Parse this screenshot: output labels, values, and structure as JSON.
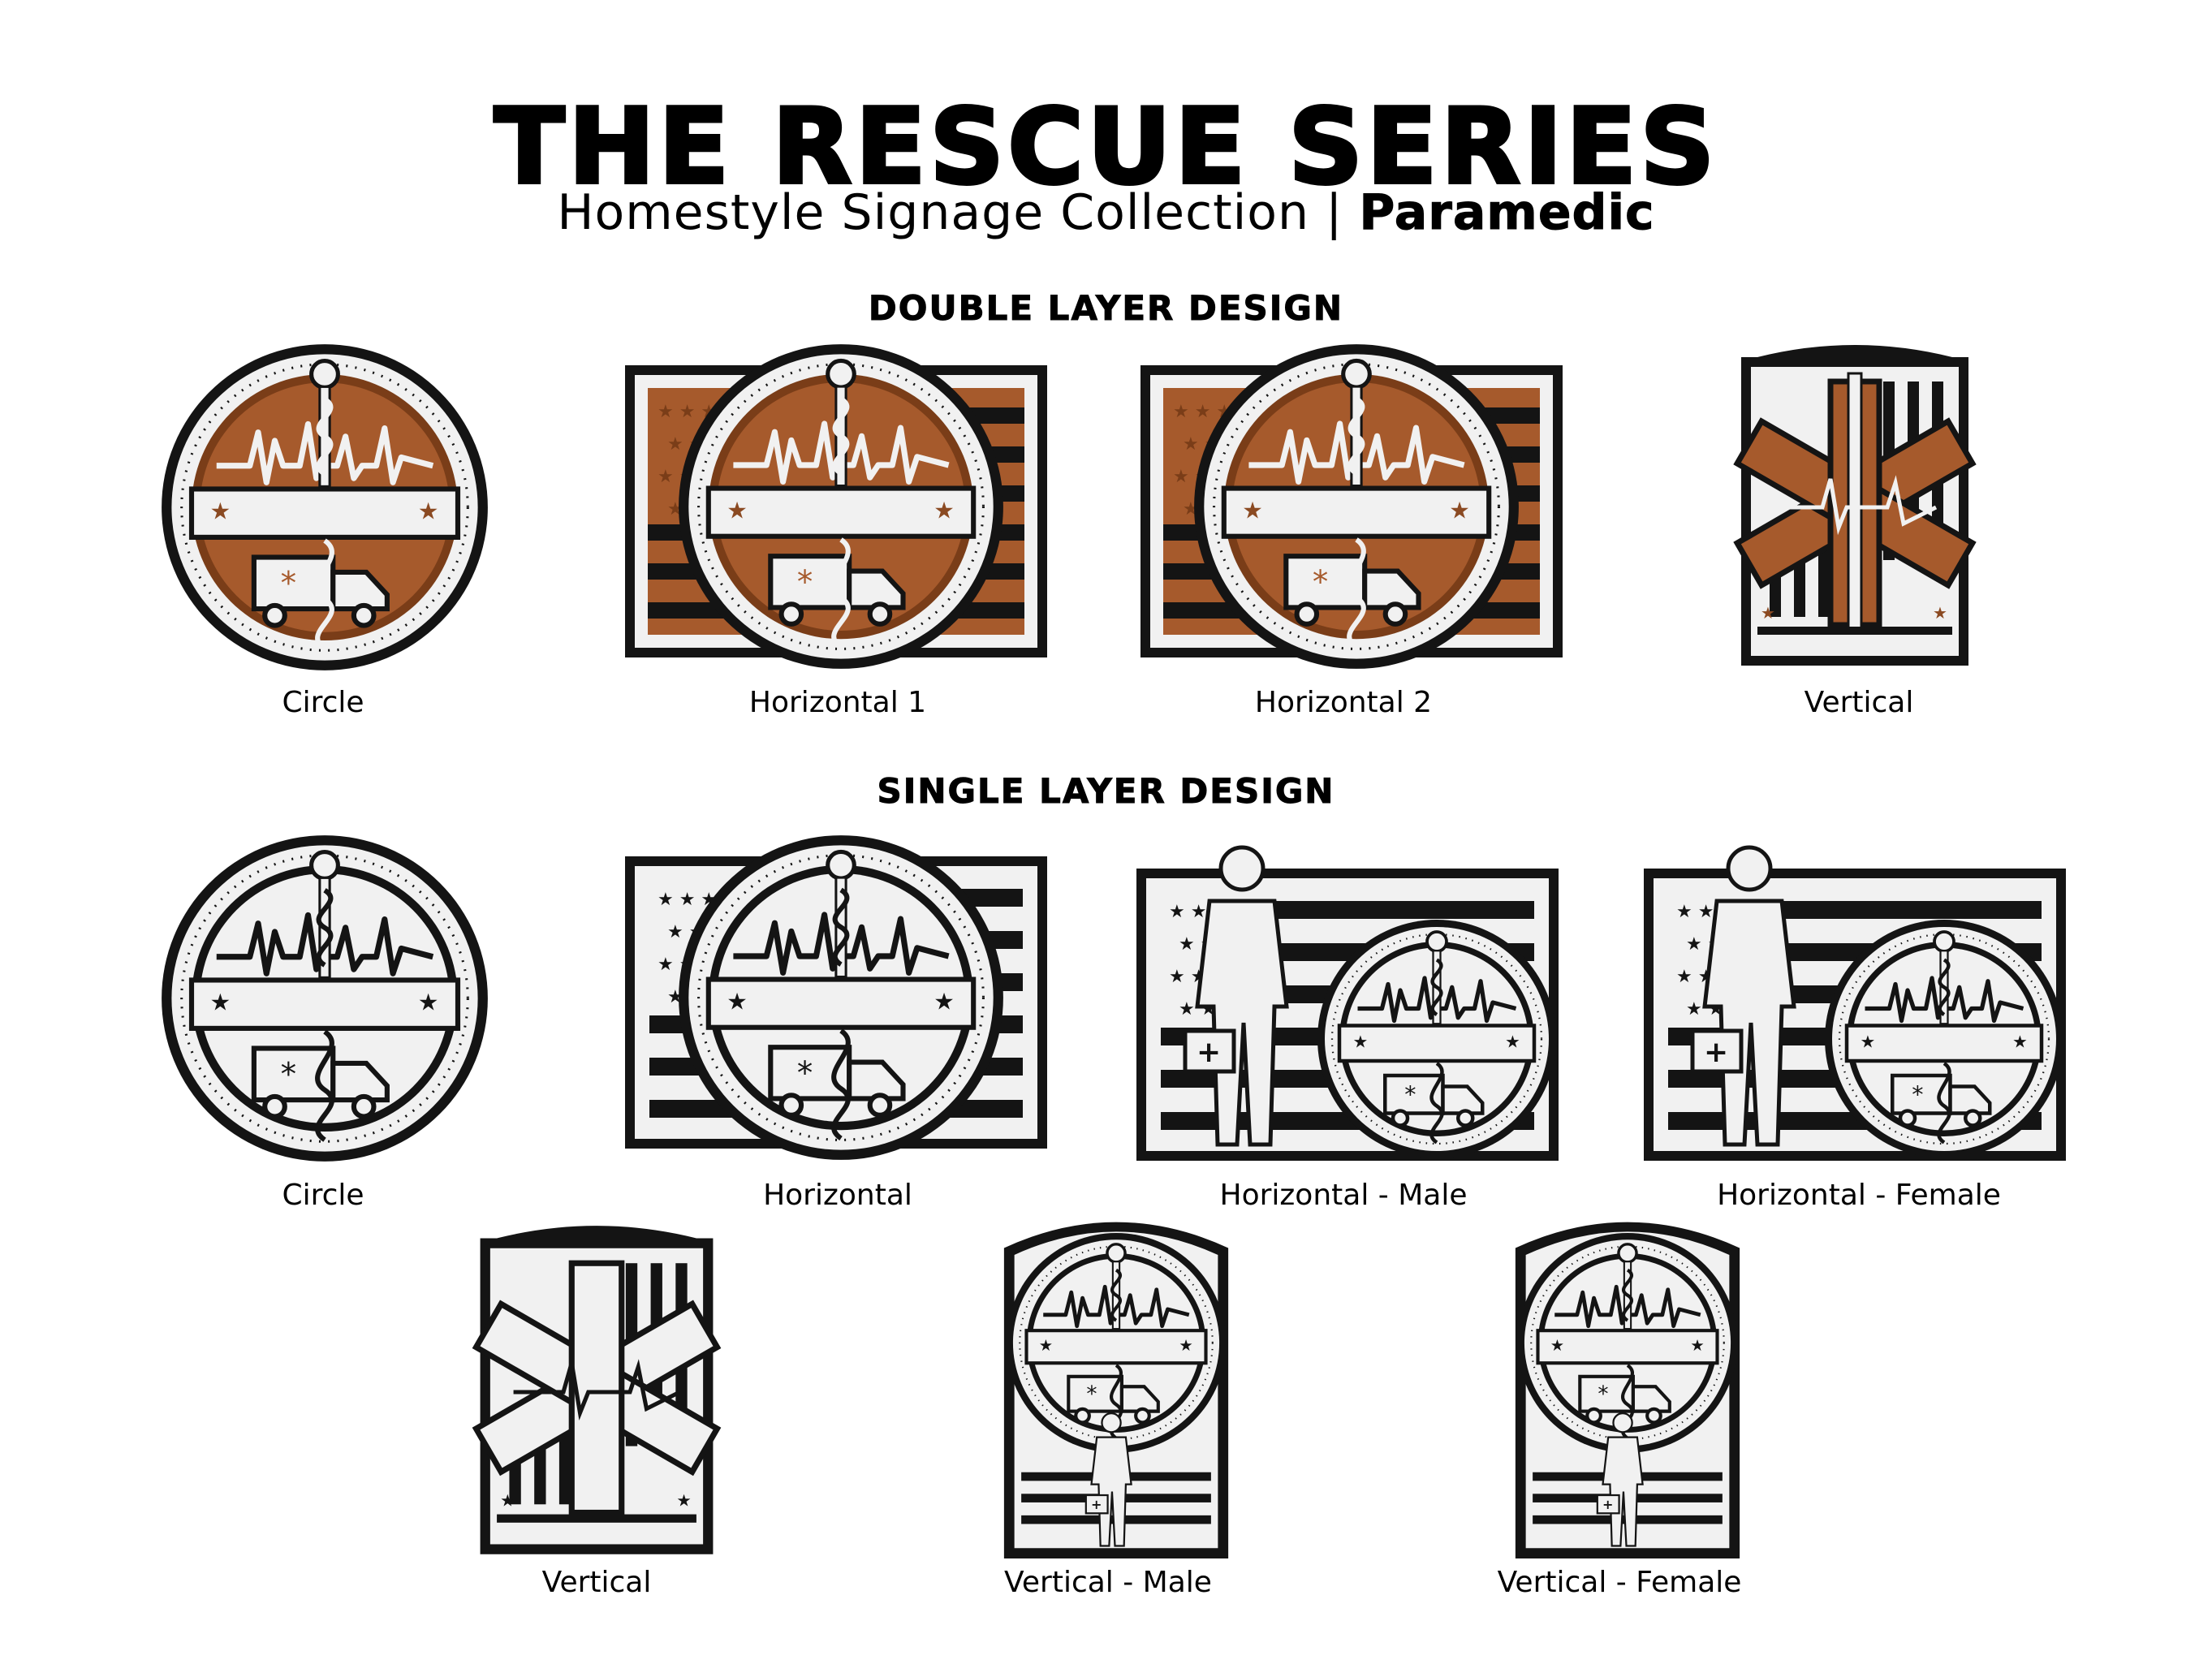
{
  "header": {
    "title": "THE RESCUE SERIES",
    "subtitle_main": "Homestyle Signage Collection | ",
    "subtitle_bold": "Paramedic"
  },
  "sections": {
    "double": {
      "heading": "DOUBLE LAYER DESIGN",
      "items": [
        "Circle",
        "Horizontal 1",
        "Horizontal 2",
        "Vertical"
      ]
    },
    "single": {
      "heading": "SINGLE LAYER DESIGN",
      "items": [
        "Circle",
        "Horizontal",
        "Horizontal - Male",
        "Horizontal  - Female",
        "Vertical",
        "Vertical - Male",
        "Vertical - Female"
      ]
    }
  },
  "colors": {
    "wood": "#a65a2c",
    "wood_dark": "#7a3d18",
    "white_panel": "#f1f1f1",
    "black": "#141414",
    "star": "#8b4a22"
  },
  "icons": [
    "star-of-life-icon",
    "ambulance-icon",
    "heartbeat-icon",
    "star-icon",
    "us-flag-icon",
    "paramedic-figure-icon",
    "medical-bag-icon"
  ]
}
